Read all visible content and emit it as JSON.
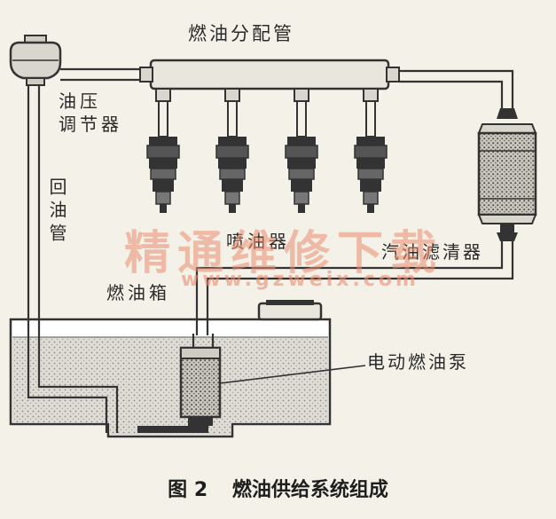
{
  "labels": {
    "fuel_rail": "燃油分配管",
    "pressure_regulator_line1": "油压",
    "pressure_regulator_line2": "调节器",
    "return_line": "回油管",
    "injector": "喷油器",
    "fuel_filter": "汽油滤清器",
    "fuel_tank": "燃油箱",
    "electric_fuel_pump": "电动燃油泵"
  },
  "watermark": {
    "text": "精通维修下载",
    "url": "www.gzweix.com"
  },
  "caption": {
    "figure_number": "图 2",
    "title": "燃油供给系统组成"
  },
  "colors": {
    "line": "#333333",
    "liquid": "#d8d6cf",
    "watermark": "#eb8c6e"
  }
}
